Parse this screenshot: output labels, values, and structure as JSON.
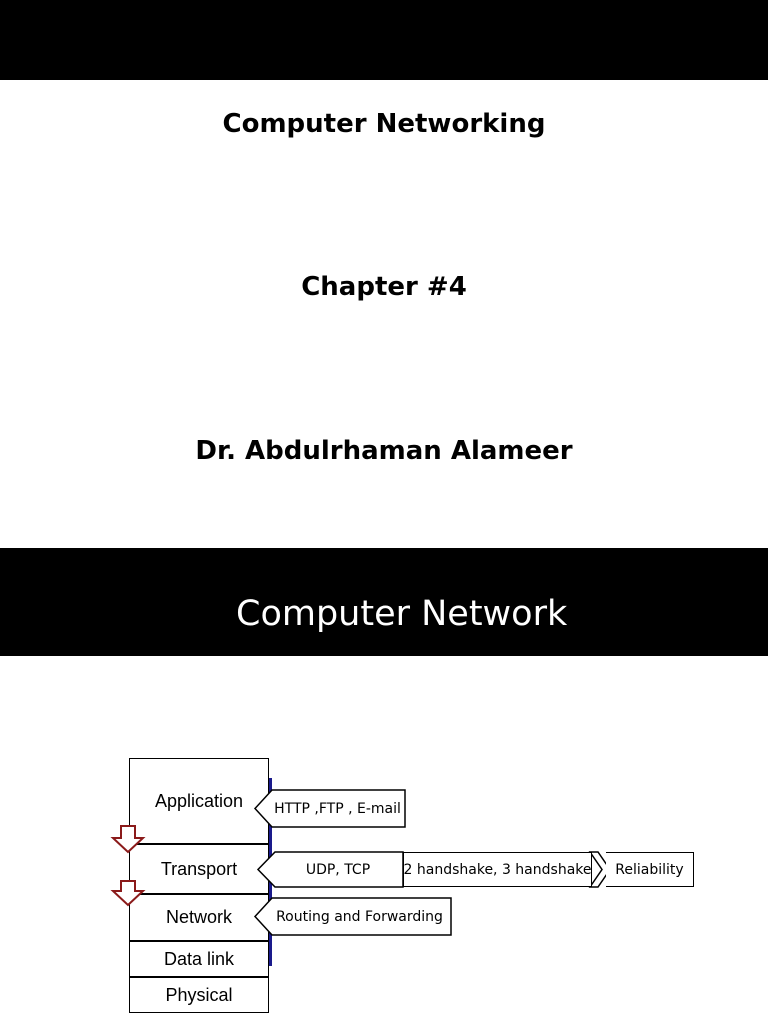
{
  "slide1": {
    "title": "Computer Networking",
    "chapter": "Chapter #4",
    "author": "Dr. Abdulrhaman Alameer"
  },
  "slide2": {
    "title": "Computer Network",
    "layers": [
      "Application",
      "Transport",
      "Network",
      "Data link",
      "Physical"
    ],
    "callouts": {
      "application": "HTTP ,FTP , E-mail",
      "transport": "UDP, TCP",
      "handshake": "2 handshake, 3 handshake",
      "reliability": "Reliability",
      "network": "Routing and Forwarding"
    },
    "colors": {
      "arrow": "#8b1a1a",
      "bracket": "#1a1a8c"
    }
  }
}
